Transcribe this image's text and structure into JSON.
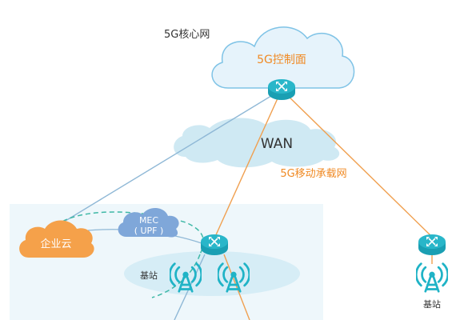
{
  "labels": {
    "core_network": "5G核心网",
    "control_plane": "5G控制面",
    "wan": "WAN",
    "bearer_network": "5G移动承载网",
    "mec_line1": "MEC",
    "mec_line2": "( UPF )",
    "enterprise_cloud": "企业云",
    "base_station_left": "基站",
    "base_station_right": "基站"
  },
  "colors": {
    "core_cloud_fill": "#e6f3fb",
    "core_cloud_stroke": "#7fc3e6",
    "wan_cloud": "#cfe9f3",
    "enterprise_cloud": "#f5a14a",
    "mec_cloud": "#7fa7d9",
    "router": "#29b6c9",
    "antenna": "#1fb3c6",
    "orange_link": "#f0a050",
    "blue_link": "#8fb8d6",
    "campus_bg": "#eef7fb",
    "ellipse": "#d6edf6",
    "label_orange": "#f08a24",
    "text_dark": "#333333"
  },
  "icons": {
    "router": "router-icon",
    "antenna": "antenna-icon",
    "cloud": "cloud-icon"
  }
}
